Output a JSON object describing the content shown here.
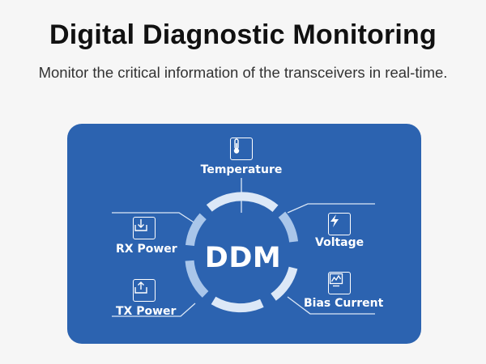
{
  "header": {
    "title": "Digital Diagnostic Monitoring",
    "subtitle": "Monitor the critical information of the transceivers in real-time."
  },
  "diagram": {
    "center_label": "DDM",
    "nodes": [
      {
        "label": "Temperature",
        "icon": "thermometer-icon"
      },
      {
        "label": "Voltage",
        "icon": "lightning-bolt-icon"
      },
      {
        "label": "Bias Current",
        "icon": "chart-monitor-icon"
      },
      {
        "label": "TX Power",
        "icon": "upload-arrow-icon"
      },
      {
        "label": "RX Power",
        "icon": "download-arrow-icon"
      }
    ]
  },
  "colors": {
    "page_background": "#f6f6f6",
    "panel_background": "#2c63b0",
    "ring_light": "#dce8f7",
    "ring_mid": "#a9c6ea",
    "foreground": "#ffffff"
  }
}
